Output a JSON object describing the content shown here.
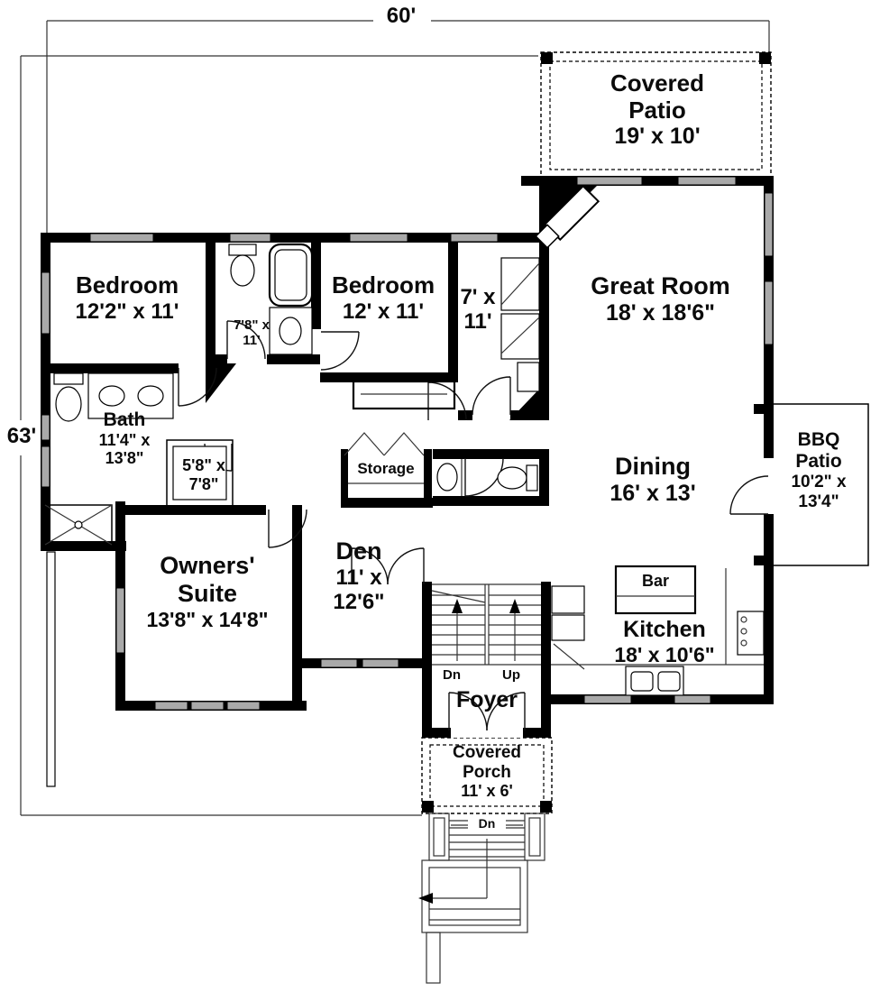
{
  "dimensions": {
    "width": "60'",
    "depth": "63'"
  },
  "rooms": {
    "covered_patio": {
      "name1": "Covered",
      "name2": "Patio",
      "dims": "19' x 10'"
    },
    "bedroom1": {
      "name": "Bedroom",
      "dims": "12'2\" x 11'"
    },
    "hall_bath": {
      "dims1": "7'8\" x",
      "dims2": "11'"
    },
    "bedroom2": {
      "name": "Bedroom",
      "dims": "12' x 11'"
    },
    "utility": {
      "dims1": "7' x",
      "dims2": "11'"
    },
    "great_room": {
      "name": "Great Room",
      "dims": "18' x 18'6\""
    },
    "owners_bath": {
      "name": "Bath",
      "dims1": "11'4\" x",
      "dims2": "13'8\""
    },
    "walk_in_closet": {
      "dims1": "5'8\" x",
      "dims2": "7'8\""
    },
    "storage": {
      "name": "Storage"
    },
    "dining": {
      "name": "Dining",
      "dims": "16' x 13'"
    },
    "bbq_patio": {
      "name1": "BBQ",
      "name2": "Patio",
      "dims1": "10'2\" x",
      "dims2": "13'4\""
    },
    "owners_suite": {
      "name1": "Owners'",
      "name2": "Suite",
      "dims": "13'8\" x 14'8\""
    },
    "den": {
      "name": "Den",
      "dims1": "11' x",
      "dims2": "12'6\""
    },
    "bar": {
      "name": "Bar"
    },
    "kitchen": {
      "name": "Kitchen",
      "dims": "18' x 10'6\""
    },
    "foyer": {
      "name": "Foyer"
    },
    "covered_porch": {
      "name1": "Covered",
      "name2": "Porch",
      "dims": "11' x 6'"
    }
  },
  "stairs": {
    "down": "Dn",
    "up": "Up",
    "exterior_down": "Dn"
  },
  "colors": {
    "wall": "#000000",
    "window": "#a9a9a9",
    "line": "#333333",
    "background": "#ffffff"
  }
}
